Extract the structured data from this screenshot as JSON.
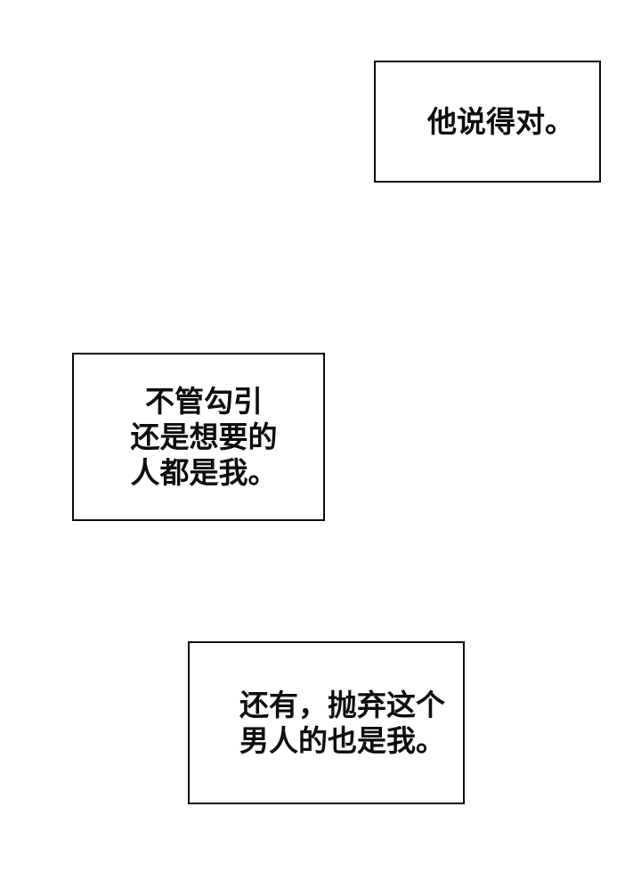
{
  "page": {
    "type": "comic-page",
    "background_color": "#ffffff",
    "box_border_color": "#0d0d0d",
    "text_color": "#0d0d0d"
  },
  "narration_boxes": [
    {
      "id": "narration-box-1",
      "lines": [
        "他说得对。"
      ]
    },
    {
      "id": "narration-box-2",
      "lines": [
        "不管勾引",
        "还是想要的",
        "人都是我。"
      ]
    },
    {
      "id": "narration-box-3",
      "lines": [
        "还有，抛弃这个",
        "男人的也是我。"
      ]
    }
  ]
}
